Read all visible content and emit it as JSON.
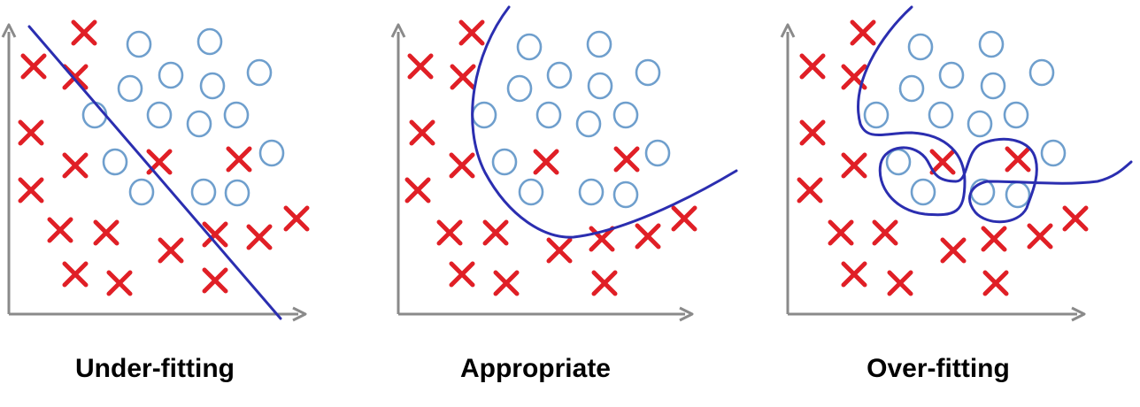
{
  "panels": [
    {
      "id": "underfit",
      "label": "Under-fitting",
      "boundary": "linear",
      "crosses": [
        [
          95,
          37
        ],
        [
          38,
          75
        ],
        [
          85,
          87
        ],
        [
          35,
          150
        ],
        [
          85,
          187
        ],
        [
          180,
          183
        ],
        [
          270,
          180
        ],
        [
          35,
          215
        ],
        [
          68,
          260
        ],
        [
          120,
          263
        ],
        [
          193,
          283
        ],
        [
          243,
          265
        ],
        [
          293,
          268
        ],
        [
          335,
          247
        ],
        [
          85,
          310
        ],
        [
          135,
          320
        ],
        [
          243,
          317
        ]
      ],
      "circles": [
        [
          157,
          50
        ],
        [
          237,
          47
        ],
        [
          193,
          85
        ],
        [
          147,
          100
        ],
        [
          240,
          97
        ],
        [
          293,
          82
        ],
        [
          107,
          130
        ],
        [
          180,
          130
        ],
        [
          225,
          140
        ],
        [
          267,
          130
        ],
        [
          130,
          183
        ],
        [
          307,
          173
        ],
        [
          160,
          217
        ],
        [
          230,
          217
        ],
        [
          268,
          218
        ]
      ]
    },
    {
      "id": "appropriate",
      "label": "Appropriate",
      "boundary": "curved",
      "crosses": [
        [
          533,
          37
        ],
        [
          475,
          75
        ],
        [
          523,
          87
        ],
        [
          477,
          150
        ],
        [
          522,
          187
        ],
        [
          617,
          183
        ],
        [
          708,
          180
        ],
        [
          472,
          215
        ],
        [
          508,
          263
        ],
        [
          560,
          263
        ],
        [
          632,
          283
        ],
        [
          680,
          270
        ],
        [
          732,
          267
        ],
        [
          773,
          247
        ],
        [
          522,
          310
        ],
        [
          572,
          320
        ],
        [
          683,
          320
        ]
      ],
      "circles": [
        [
          598,
          53
        ],
        [
          677,
          50
        ],
        [
          632,
          85
        ],
        [
          587,
          100
        ],
        [
          678,
          97
        ],
        [
          732,
          82
        ],
        [
          547,
          130
        ],
        [
          620,
          130
        ],
        [
          665,
          140
        ],
        [
          707,
          130
        ],
        [
          570,
          183
        ],
        [
          743,
          173
        ],
        [
          600,
          217
        ],
        [
          668,
          217
        ],
        [
          707,
          220
        ]
      ]
    },
    {
      "id": "overfit",
      "label": "Over-fitting",
      "boundary": "complex",
      "crosses": [
        [
          975,
          37
        ],
        [
          918,
          75
        ],
        [
          965,
          87
        ],
        [
          918,
          150
        ],
        [
          965,
          187
        ],
        [
          1065,
          183
        ],
        [
          1150,
          180
        ],
        [
          915,
          215
        ],
        [
          950,
          263
        ],
        [
          1000,
          263
        ],
        [
          1077,
          283
        ],
        [
          1123,
          270
        ],
        [
          1175,
          267
        ],
        [
          1215,
          247
        ],
        [
          965,
          310
        ],
        [
          1017,
          320
        ],
        [
          1125,
          320
        ]
      ],
      "circles": [
        [
          1040,
          53
        ],
        [
          1120,
          50
        ],
        [
          1075,
          85
        ],
        [
          1030,
          100
        ],
        [
          1122,
          97
        ],
        [
          1177,
          82
        ],
        [
          990,
          130
        ],
        [
          1063,
          130
        ],
        [
          1107,
          140
        ],
        [
          1148,
          130
        ],
        [
          1015,
          183
        ],
        [
          1190,
          173
        ],
        [
          1043,
          217
        ],
        [
          1110,
          217
        ],
        [
          1150,
          220
        ]
      ]
    }
  ],
  "colors": {
    "cross": "#e01f26",
    "circle": "#6f9fcd",
    "boundary": "#2b2eb0",
    "axis": "#8a8a8a"
  }
}
